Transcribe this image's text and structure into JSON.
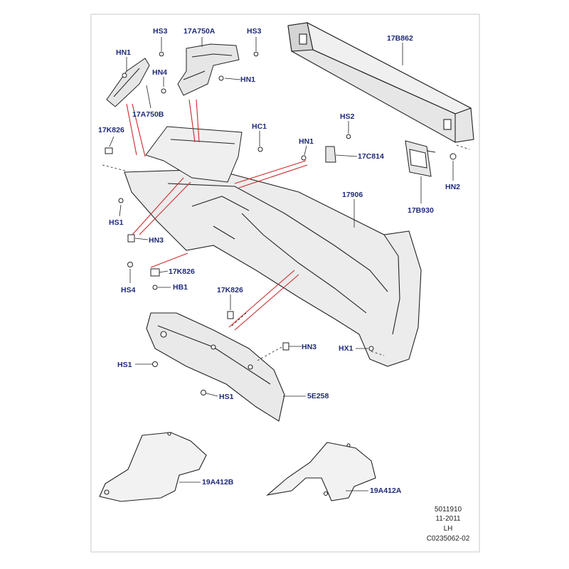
{
  "callouts": {
    "hs3_left": "HS3",
    "a17a750a": "17A750A",
    "hs3_right": "HS3",
    "b17b862": "17B862",
    "hn1_left": "HN1",
    "hn4": "HN4",
    "hn1_mid": "HN1",
    "a17a750b": "17A750B",
    "k17k826_left": "17K826",
    "hc1": "HC1",
    "hs2": "HS2",
    "hn1_right": "HN1",
    "c17c814": "17C814",
    "hn2": "HN2",
    "p17906": "17906",
    "b17b930": "17B930",
    "hs1_left": "HS1",
    "hn3_left": "HN3",
    "k17k826_mid": "17K826",
    "hs4": "HS4",
    "hb1": "HB1",
    "k17k826_low": "17K826",
    "hn3_low": "HN3",
    "hx1": "HX1",
    "hs1_low": "HS1",
    "hs1_bottom": "HS1",
    "e5e258": "5E258",
    "a19a412b": "19A412B",
    "a19a412a": "19A412A"
  },
  "footer": {
    "line1": "5011910",
    "line2": "11-2011",
    "line3": "LH",
    "line4": "C0235062-02"
  },
  "colors": {
    "label": "#1f2a7a",
    "outline": "#222222",
    "fill": "#e6e6e6",
    "leader_red": "#cc2a2a",
    "frame": "#c8c8c8"
  }
}
